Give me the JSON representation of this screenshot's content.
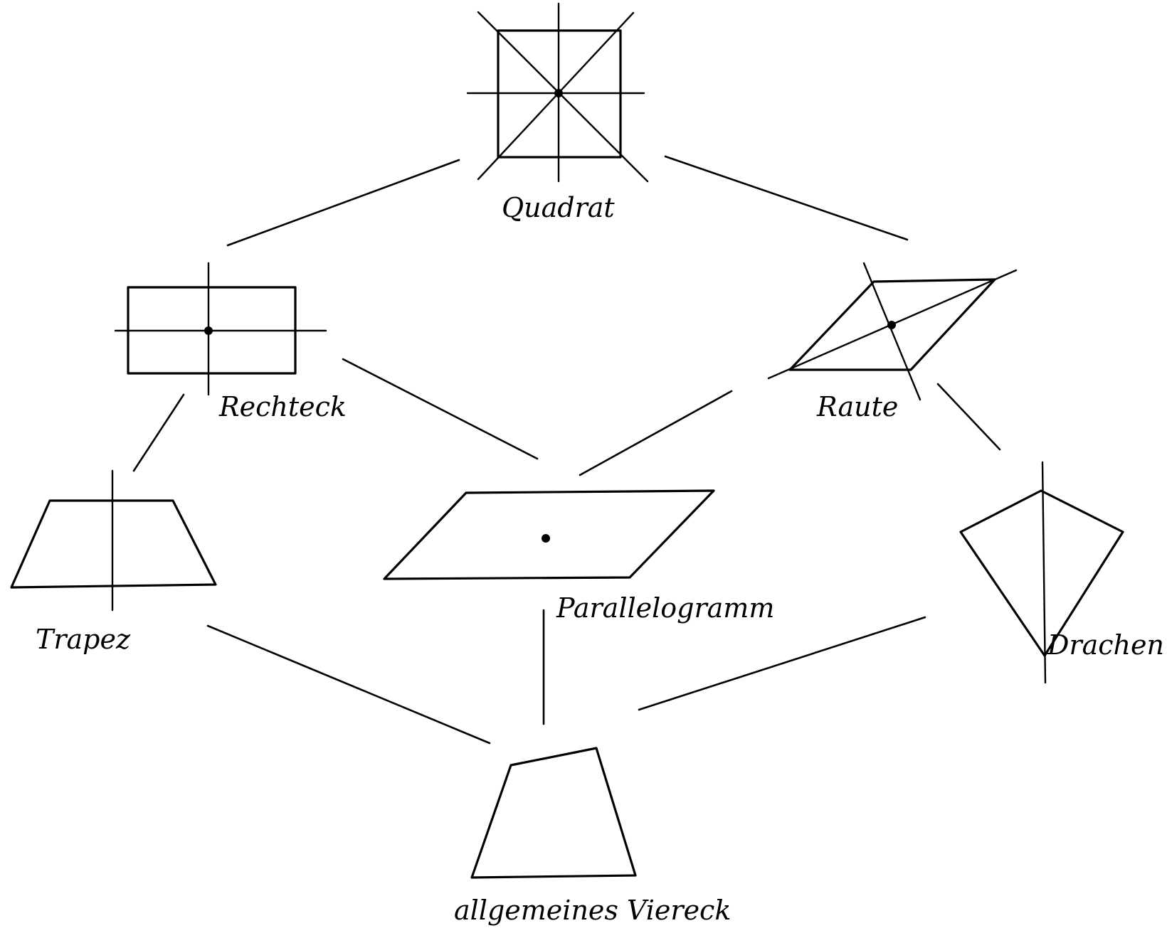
{
  "labels": {
    "quadrat": "Quadrat",
    "rechteck": "Rechteck",
    "raute": "Raute",
    "trapez": "Trapez",
    "parallelogramm": "Parallelogramm",
    "drachen": "Drachen",
    "allgemeines_viereck": "allgemeines Viereck"
  },
  "colors": {
    "ink": "#000000",
    "background": "#ffffff"
  }
}
